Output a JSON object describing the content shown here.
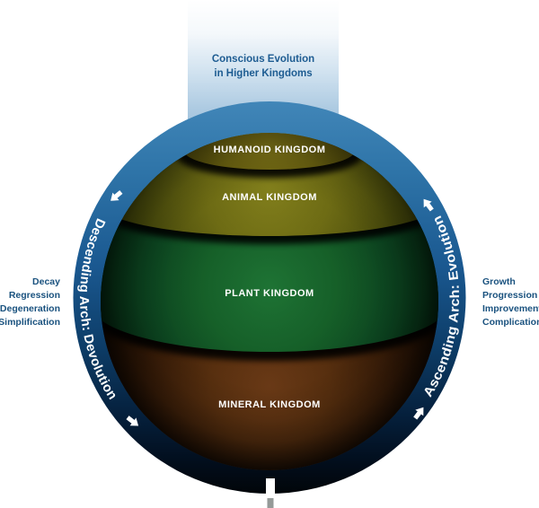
{
  "column": {
    "line1": "Conscious Evolution",
    "line2": "in Higher Kingdoms"
  },
  "ring": {
    "left_label": "Descending Arch: Devolution",
    "right_label": "Ascending Arch: Evolution"
  },
  "sphere": {
    "layers": [
      {
        "label": "HUMANOID KINGDOM"
      },
      {
        "label": "ANIMAL KINGDOM"
      },
      {
        "label": "PLANT KINGDOM"
      },
      {
        "label": "MINERAL KINGDOM"
      }
    ]
  },
  "side_left": {
    "lines": [
      "Decay",
      "Regression",
      "Degeneration",
      "Simplification"
    ]
  },
  "side_right": {
    "lines": [
      "Growth",
      "Progression",
      "Improvement",
      "Complication"
    ]
  },
  "icons": {
    "descending_top": "arrow-down-left-icon",
    "descending_bottom": "arrow-down-right-icon",
    "ascending_bottom": "arrow-up-right-icon",
    "ascending_top": "arrow-up-left-icon"
  },
  "colors": {
    "ring_blue_top": "#4186b8",
    "ring_blue_mid": "#1a5890",
    "ring_blue_bottom": "#010508",
    "column_top": "#ffffff",
    "column_bottom": "#9dc0da",
    "caption_blue": "#1d5c92",
    "side_text_blue": "#1a527f",
    "humanoid_olive": "#6b6211",
    "animal_olive": "#6f6d14",
    "plant_green": "#166129",
    "mineral_brown": "#59300f",
    "label_white": "#ffffff"
  }
}
